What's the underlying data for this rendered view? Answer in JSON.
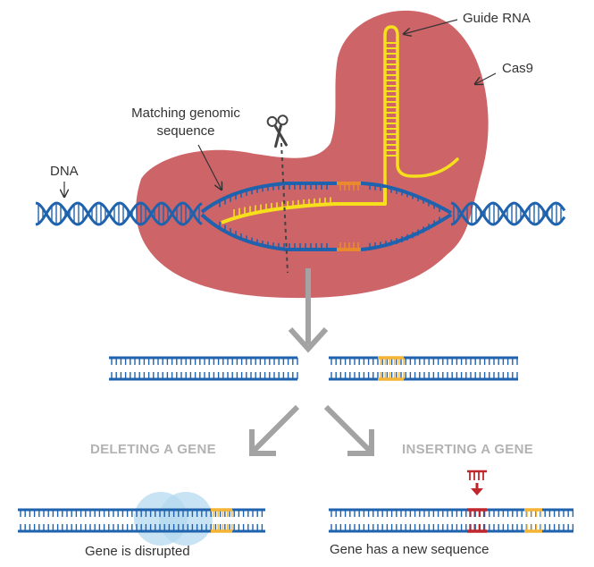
{
  "labels": {
    "guide_rna": "Guide RNA",
    "cas9": "Cas9",
    "matching_line1": "Matching genomic",
    "matching_line2": "sequence",
    "dna": "DNA",
    "deleting_heading": "DELETING A GENE",
    "inserting_heading": "INSERTING A GENE",
    "gene_disrupted": "Gene is disrupted",
    "gene_new_sequence": "Gene has a new sequence"
  },
  "colors": {
    "dna_strand": "#1f62ad",
    "rna": "#f6e01c",
    "cas9_protein": "#cd6468",
    "target_site": "#e98a2f",
    "inserted_gene": "#f4b435",
    "new_sequence": "#c0272d",
    "arrow_gray": "#a3a3a3",
    "repair_bubble": "#b5daef",
    "label_text": "#333333",
    "heading_text": "#b3b3b3"
  },
  "icons": {
    "scissors": "scissors-icon"
  }
}
